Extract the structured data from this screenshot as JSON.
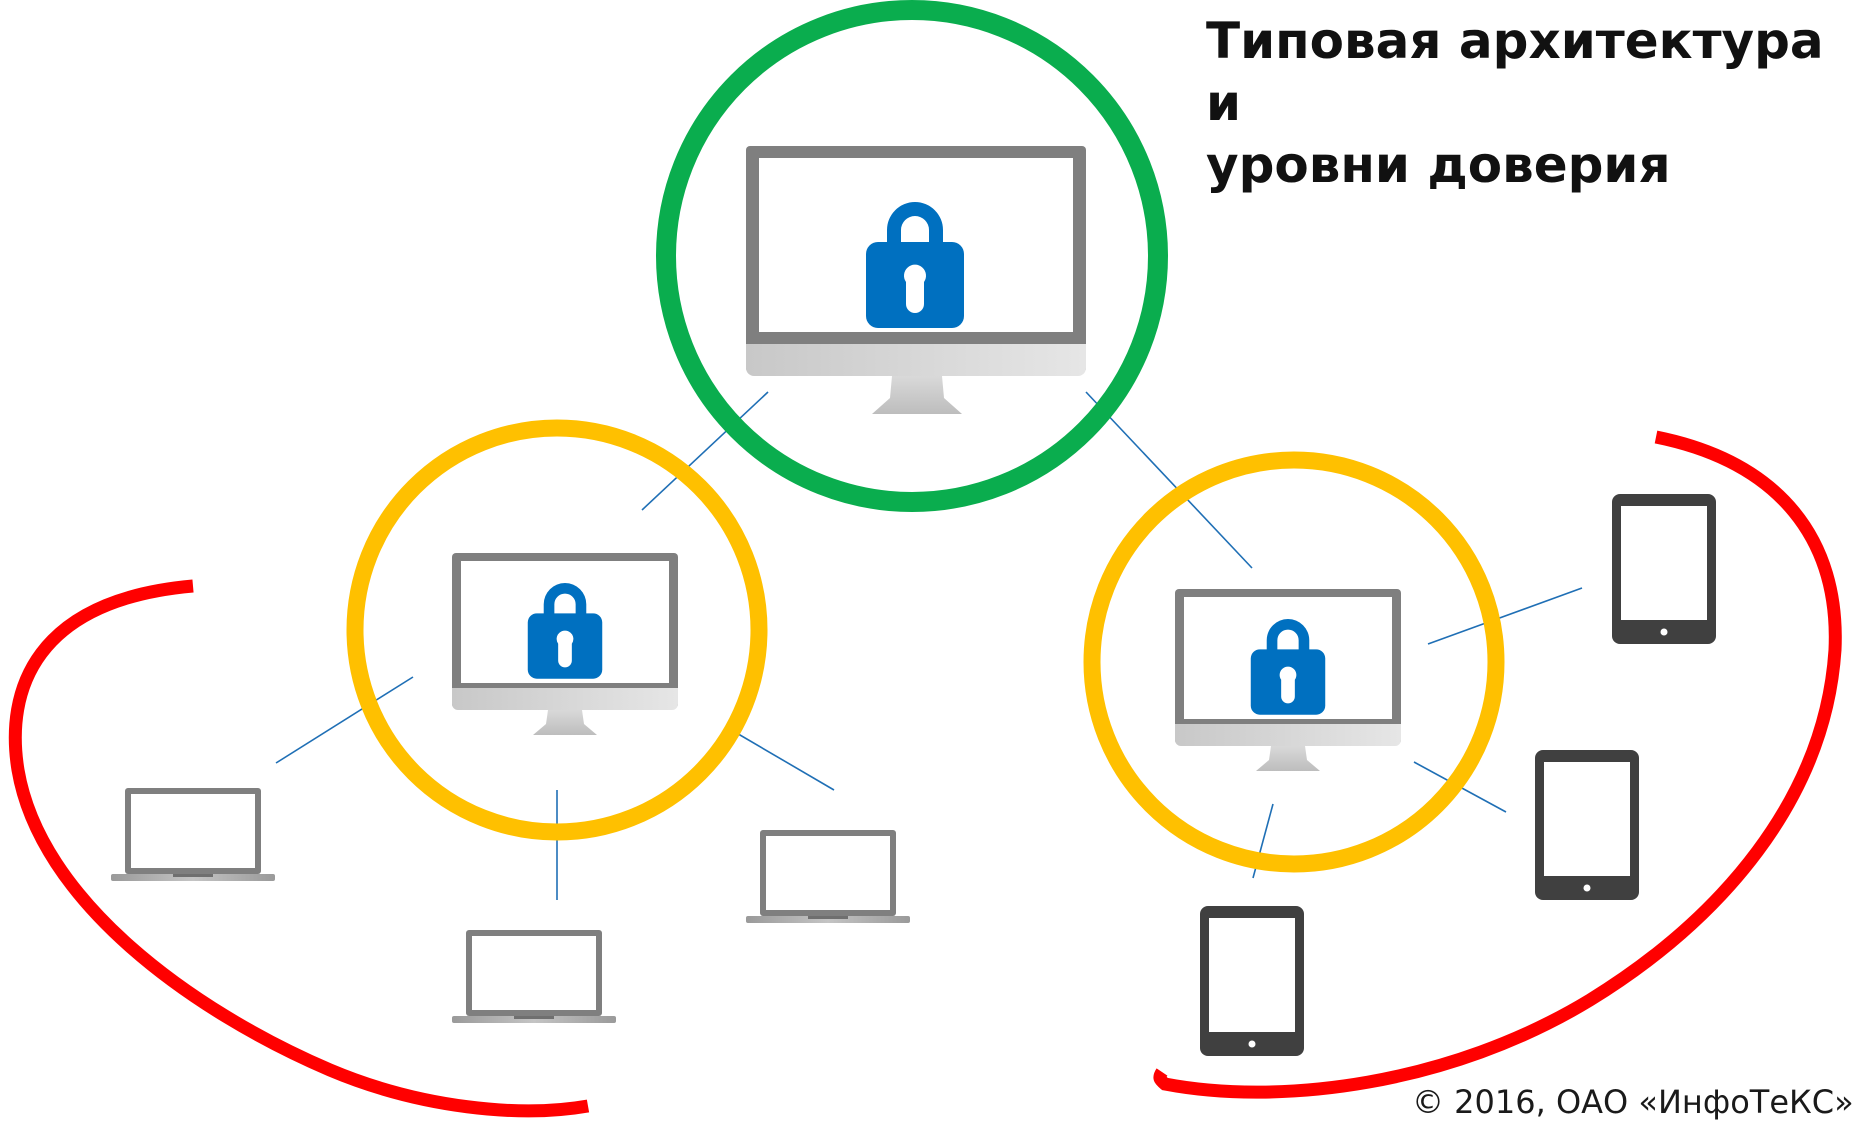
{
  "title": {
    "line1": "Типовая архитектура и",
    "line2": "уровни доверия"
  },
  "copyright": "© 2016, ОАО «ИнфоТеКС»",
  "colors": {
    "green_ring": "#0AAD4E",
    "yellow_ring": "#FFC000",
    "red_arc": "#FF0000",
    "lock": "#0070C0",
    "link_line": "#1F6FB5",
    "monitor_frame": "#808080",
    "tablet": "#404040"
  },
  "nodes": {
    "central_monitor": {
      "icon": "monitor-lock-icon",
      "trust_ring": "green"
    },
    "left_monitor": {
      "icon": "monitor-lock-icon",
      "trust_ring": "yellow"
    },
    "right_monitor": {
      "icon": "monitor-lock-icon",
      "trust_ring": "yellow"
    },
    "left_devices": {
      "icon": "laptop-icon",
      "count": 3,
      "trust_arc": "red"
    },
    "right_devices": {
      "icon": "tablet-icon",
      "count": 3,
      "trust_arc": "red"
    }
  }
}
